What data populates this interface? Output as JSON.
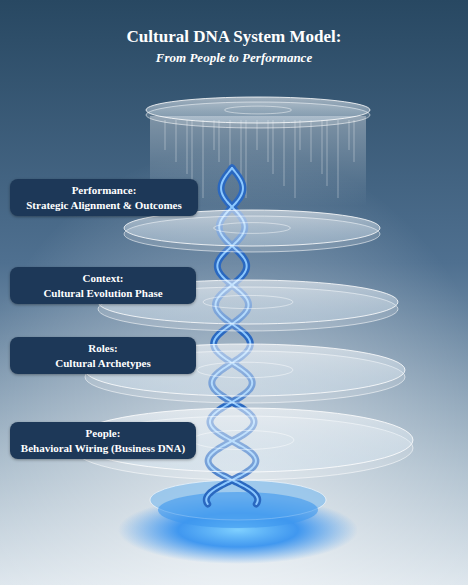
{
  "diagram": {
    "title": "Cultural DNA System Model:",
    "nodes": [
      {
        "text": [
          "Performance:",
          "Strategic Alignment & Outcomes"
        ]
      },
      {
        "text": [
          "Context:",
          "Cultural Evolution Phase"
        ]
      },
      {
        "text": [
          "Roles:",
          "Cultural Archetypes"
        ]
      },
      {
        "text": [
          "People:",
          "Behavioral Wiring (Business DNA)"
        ]
      }
    ],
    "labels": [
      "From People to Performance"
    ]
  }
}
